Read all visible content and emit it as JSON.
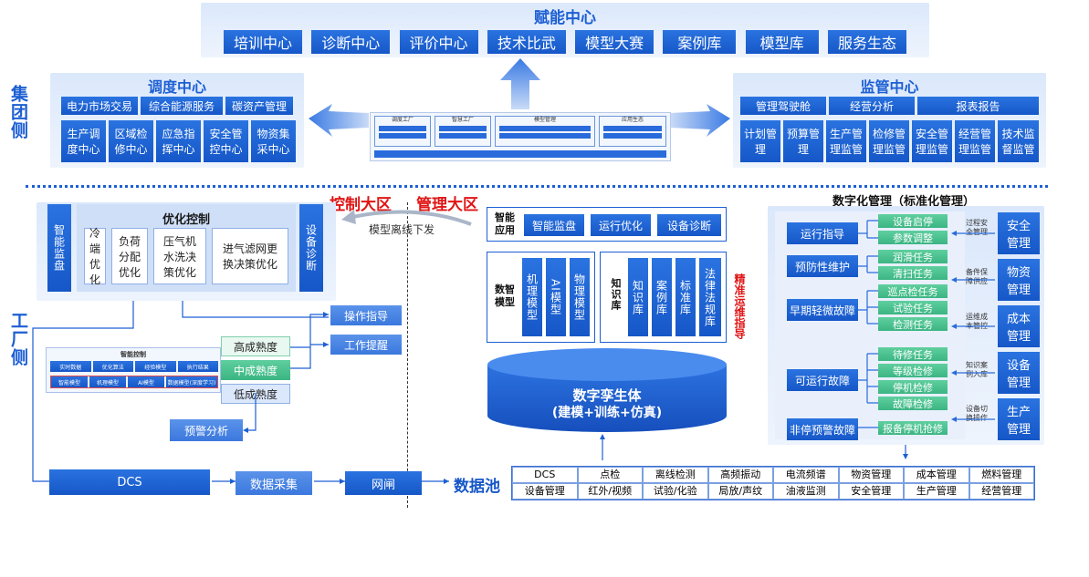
{
  "enable_center": {
    "title": "赋能中心",
    "items": [
      "培训中心",
      "诊断中心",
      "评价中心",
      "技术比武",
      "模型大赛",
      "案例库",
      "模型库",
      "服务生态"
    ]
  },
  "side_labels": {
    "group": "集团侧",
    "factory": "工厂侧"
  },
  "dispatch": {
    "title": "调度中心",
    "top": [
      "电力市场交易",
      "综合能源服务",
      "碳资产管理"
    ],
    "bottom": [
      "生产调度中心",
      "区域检修中心",
      "应急指挥中心",
      "安全管控中心",
      "物资集采中心"
    ]
  },
  "supervision": {
    "title": "监管中心",
    "top": [
      "管理驾驶舱",
      "经营分析",
      "报表报告"
    ],
    "bottom": [
      "计划管理",
      "预算管理",
      "生产管理监管",
      "检修管理监管",
      "安全管理监管",
      "经营管理监管",
      "技术监督监管"
    ]
  },
  "center_thumbnail": {
    "groups": [
      "调度工厂",
      "智慧工厂",
      "模型管理",
      "应用生态"
    ]
  },
  "zones": {
    "control": "控制大区",
    "manage": "管理大区"
  },
  "opt_control": {
    "title": "优化控制",
    "left": "智能监盘",
    "right": "设备诊断",
    "items": [
      "冷端优化",
      "负荷分配优化",
      "压气机水洗决策优化",
      "进气滤网更换决策优化"
    ]
  },
  "model_offline": "模型离线下发",
  "small_diagram": {
    "title": "智能控制",
    "row1": [
      "实时数据",
      "优化算法",
      "经验模型",
      "执行结果"
    ],
    "row2": [
      "智能模型",
      "机理模型",
      "AI模型",
      "数据模型(深度学习)"
    ]
  },
  "maturity": [
    "高成熟度",
    "中成熟度",
    "低成熟度"
  ],
  "guidance": [
    "操作指导",
    "工作提醒"
  ],
  "warning": "预警分析",
  "flow": [
    "DCS",
    "数据采集",
    "网闸"
  ],
  "data_pool": {
    "title": "数据池",
    "row1": [
      "DCS",
      "点检",
      "离线检测",
      "高频振动",
      "电流频谱",
      "物资管理",
      "成本管理",
      "燃料管理"
    ],
    "row2": [
      "设备管理",
      "红外/视频",
      "试验/化验",
      "局放/声纹",
      "油液监测",
      "安全管理",
      "生产管理",
      "经营管理"
    ]
  },
  "smart_app": {
    "label": "智能应用",
    "items": [
      "智能监盘",
      "运行优化",
      "设备诊断"
    ]
  },
  "smart_model": {
    "label": "数智模型",
    "items": [
      "机理模型",
      "AI模型",
      "物理模型"
    ]
  },
  "knowledge": {
    "label": "知识库",
    "items": [
      "知识库",
      "案例库",
      "标准库",
      "法律法规库"
    ]
  },
  "precision": "精准运维指导",
  "twin": {
    "title": "数字孪生体",
    "subtitle": "(建模+训练+仿真)"
  },
  "digital_mgmt": {
    "title": "数字化管理（标准化管理）",
    "cats": [
      {
        "name": "运行指导",
        "tasks": [
          "设备启停",
          "参数调整"
        ]
      },
      {
        "name": "预防性维护",
        "tasks": [
          "润滑任务",
          "清扫任务"
        ]
      },
      {
        "name": "早期轻微故障",
        "tasks": [
          "巡点检任务",
          "试验任务",
          "检测任务"
        ]
      },
      {
        "name": "可运行故障",
        "tasks": [
          "待修任务",
          "等级检修",
          "停机检修",
          "故障检修"
        ]
      },
      {
        "name": "非停预警故障",
        "tasks": [
          "报备停机抢修"
        ]
      }
    ],
    "right": [
      {
        "note": "过程安全管理",
        "box": "安全管理"
      },
      {
        "note": "备件保障供应",
        "box": "物资管理"
      },
      {
        "note": "运维成本管控",
        "box": "成本管理"
      },
      {
        "note": "知识案例入库",
        "box": "设备管理"
      },
      {
        "note": "设备切换操作",
        "box": "生产管理"
      }
    ]
  },
  "colors": {
    "primary": "#1657c8",
    "accent": "#2a73e0",
    "title": "#1d5fd3",
    "red": "#e01515",
    "green": "#3bb583"
  }
}
